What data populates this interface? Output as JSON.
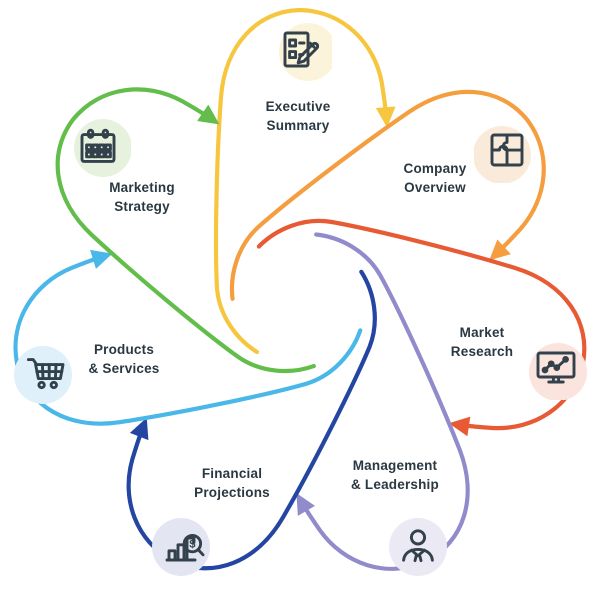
{
  "palette": {
    "background": "#FFFFFF",
    "icon_stroke": "#33414C",
    "label_color": "#2A3842"
  },
  "diagram": {
    "sections": [
      {
        "label_line1": "Executive",
        "label_line2": "Summary",
        "color": "#F7C63F",
        "icon_bg": "#FBF3DA",
        "icon": "document-pencil-icon"
      },
      {
        "label_line1": "Company",
        "label_line2": "Overview",
        "color": "#F59E3F",
        "icon_bg": "#FAEADA",
        "icon": "puzzle-icon"
      },
      {
        "label_line1": "Market",
        "label_line2": "Research",
        "color": "#E85A33",
        "icon_bg": "#FBE4DE",
        "icon": "monitor-chart-icon"
      },
      {
        "label_line1": "Management",
        "label_line2": "& Leadership",
        "color": "#928BCB",
        "icon_bg": "#EBEAF4",
        "icon": "person-icon"
      },
      {
        "label_line1": "Financial",
        "label_line2": "Projections",
        "color": "#2446A2",
        "icon_bg": "#E3E6F2",
        "icon": "bar-chart-magnifier-icon"
      },
      {
        "label_line1": "Products",
        "label_line2": "& Services",
        "color": "#4AB7E9",
        "icon_bg": "#DFF0FA",
        "icon": "shopping-cart-icon"
      },
      {
        "label_line1": "Marketing",
        "label_line2": "Strategy",
        "color": "#62BD4A",
        "icon_bg": "#E6F2DE",
        "icon": "calendar-icon"
      }
    ]
  }
}
